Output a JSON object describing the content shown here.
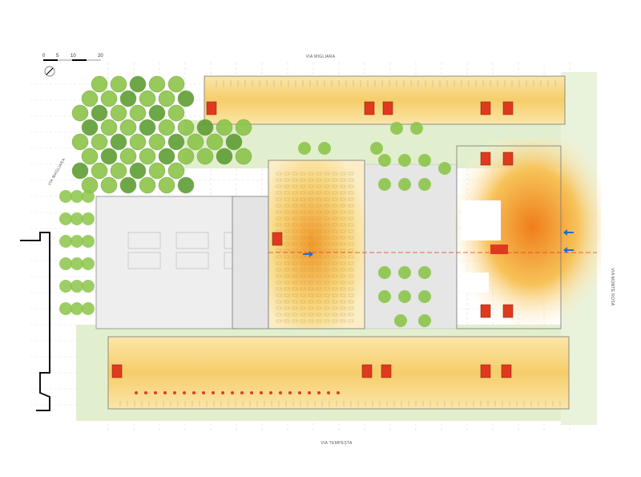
{
  "streets": {
    "north": "VIA MIGLIARA",
    "south": "VIA TEMPESTA",
    "east": "VIA MONTE ROSA",
    "west": "VIA MAGLIARA"
  },
  "scale_bar": {
    "ticks": [
      "0",
      "5",
      "10",
      "20"
    ]
  },
  "icons": {
    "north_arrow": "compass-north-icon",
    "entrance": "blue-entrance-arrow-icon"
  },
  "colors": {
    "tree": "#8cc44a",
    "tree_dark": "#5f9e34",
    "core": "#e03a1e",
    "interior": "#f8d67a",
    "hot": "#f39a2a",
    "hall": "#eeeeee",
    "plaza": "#e6e6e6",
    "grass": "#d9ebc0",
    "arrow": "#1c6fd1"
  }
}
